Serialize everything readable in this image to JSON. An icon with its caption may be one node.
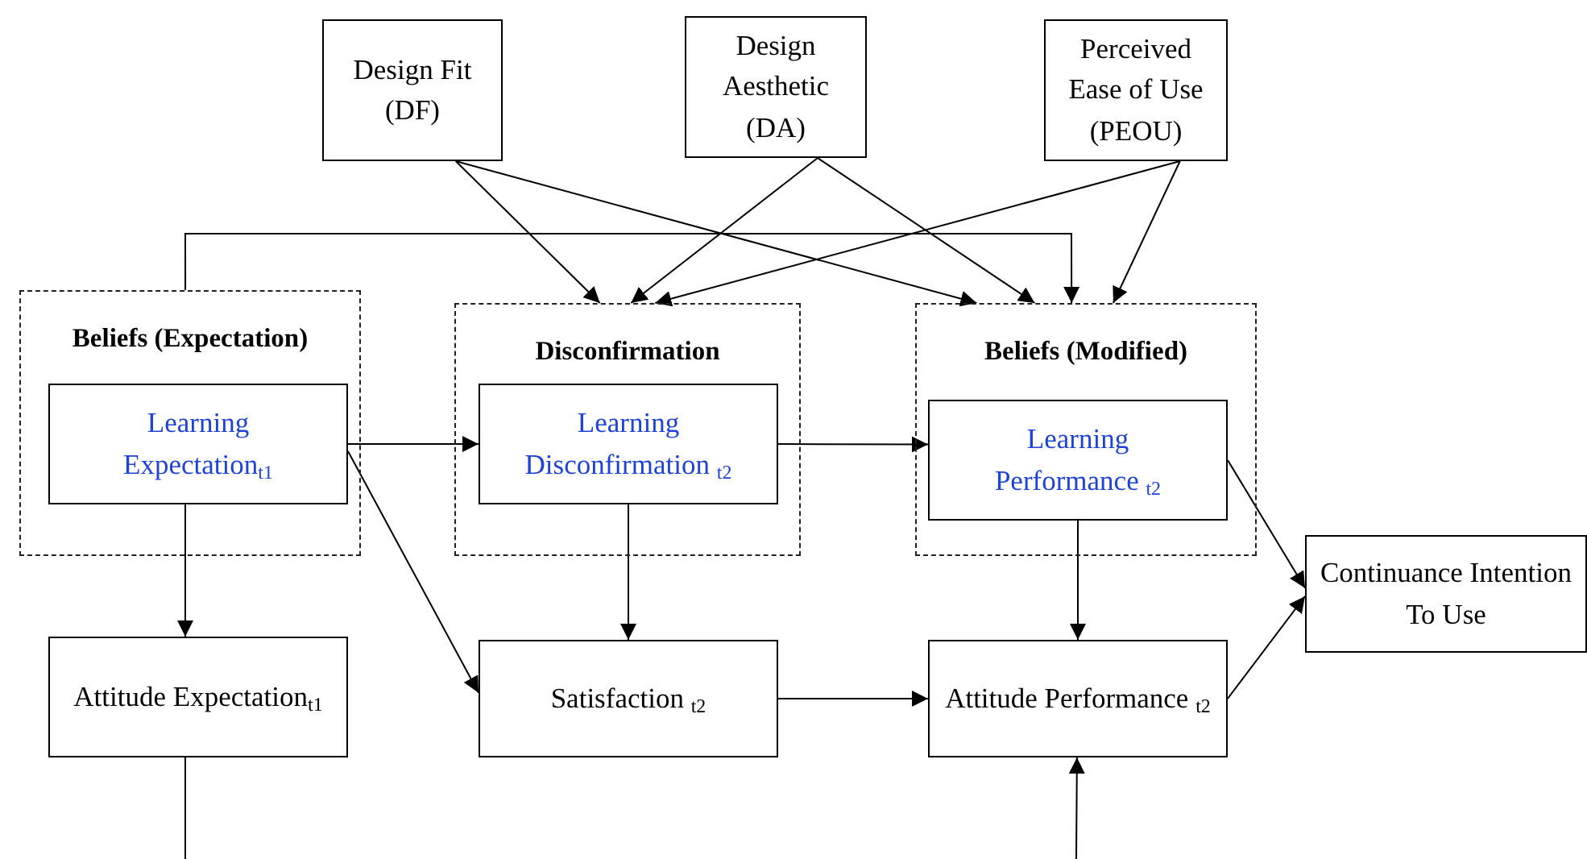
{
  "diagram": {
    "nodes": [
      {
        "text": [
          "Design Fit (DF)"
        ]
      },
      {
        "text": [
          "Design Aesthetic (DA)"
        ]
      },
      {
        "text": [
          "Perceived Ease of Use (PEOU)"
        ]
      },
      {
        "text": [
          "Beliefs (Expectation)"
        ]
      },
      {
        "text": [
          "Learning Expectation$_{t1}$"
        ],
        "in": 3
      },
      {
        "text": [
          "Disconfirmation"
        ]
      },
      {
        "text": [
          "Learning Disconfirmation $_{t2}$"
        ],
        "in": 5
      },
      {
        "text": [
          "Beliefs (Modified)"
        ]
      },
      {
        "text": [
          "Learning Performance $_{t2}$"
        ],
        "in": 7
      },
      {
        "text": [
          "Continuance Intention To Use"
        ]
      },
      {
        "text": [
          "Attitude Expectation$_{t1}$"
        ]
      },
      {
        "text": [
          "Satisfaction $_{t2}$"
        ]
      },
      {
        "text": [
          "Attitude Performance $_{t2}$"
        ]
      }
    ],
    "edges": [
      {
        "from": 0,
        "to": 5,
        "arrow": "to"
      },
      {
        "from": 0,
        "to": 7,
        "arrow": "to"
      },
      {
        "from": 1,
        "to": 5,
        "arrow": "to"
      },
      {
        "from": 1,
        "to": 7,
        "arrow": "to"
      },
      {
        "from": 2,
        "to": 5,
        "arrow": "to"
      },
      {
        "from": 2,
        "to": 7,
        "arrow": "to"
      },
      {
        "from": 3,
        "to": 7,
        "arrow": "to"
      },
      {
        "from": 4,
        "to": 6,
        "arrow": "to"
      },
      {
        "from": 6,
        "to": 8,
        "arrow": "to"
      },
      {
        "from": 4,
        "to": 11,
        "arrow": "to"
      },
      {
        "from": 4,
        "to": 10,
        "arrow": "to"
      },
      {
        "from": 6,
        "to": 11,
        "arrow": "to"
      },
      {
        "from": 8,
        "to": 12,
        "arrow": "to"
      },
      {
        "from": 11,
        "to": 12,
        "arrow": "to"
      },
      {
        "from": 8,
        "to": 9,
        "arrow": "to"
      },
      {
        "from": 12,
        "to": 9,
        "arrow": "to"
      },
      {
        "from": 10,
        "to": null,
        "arrow": "none"
      },
      {
        "from": null,
        "to": 12,
        "arrow": "to"
      }
    ]
  }
}
